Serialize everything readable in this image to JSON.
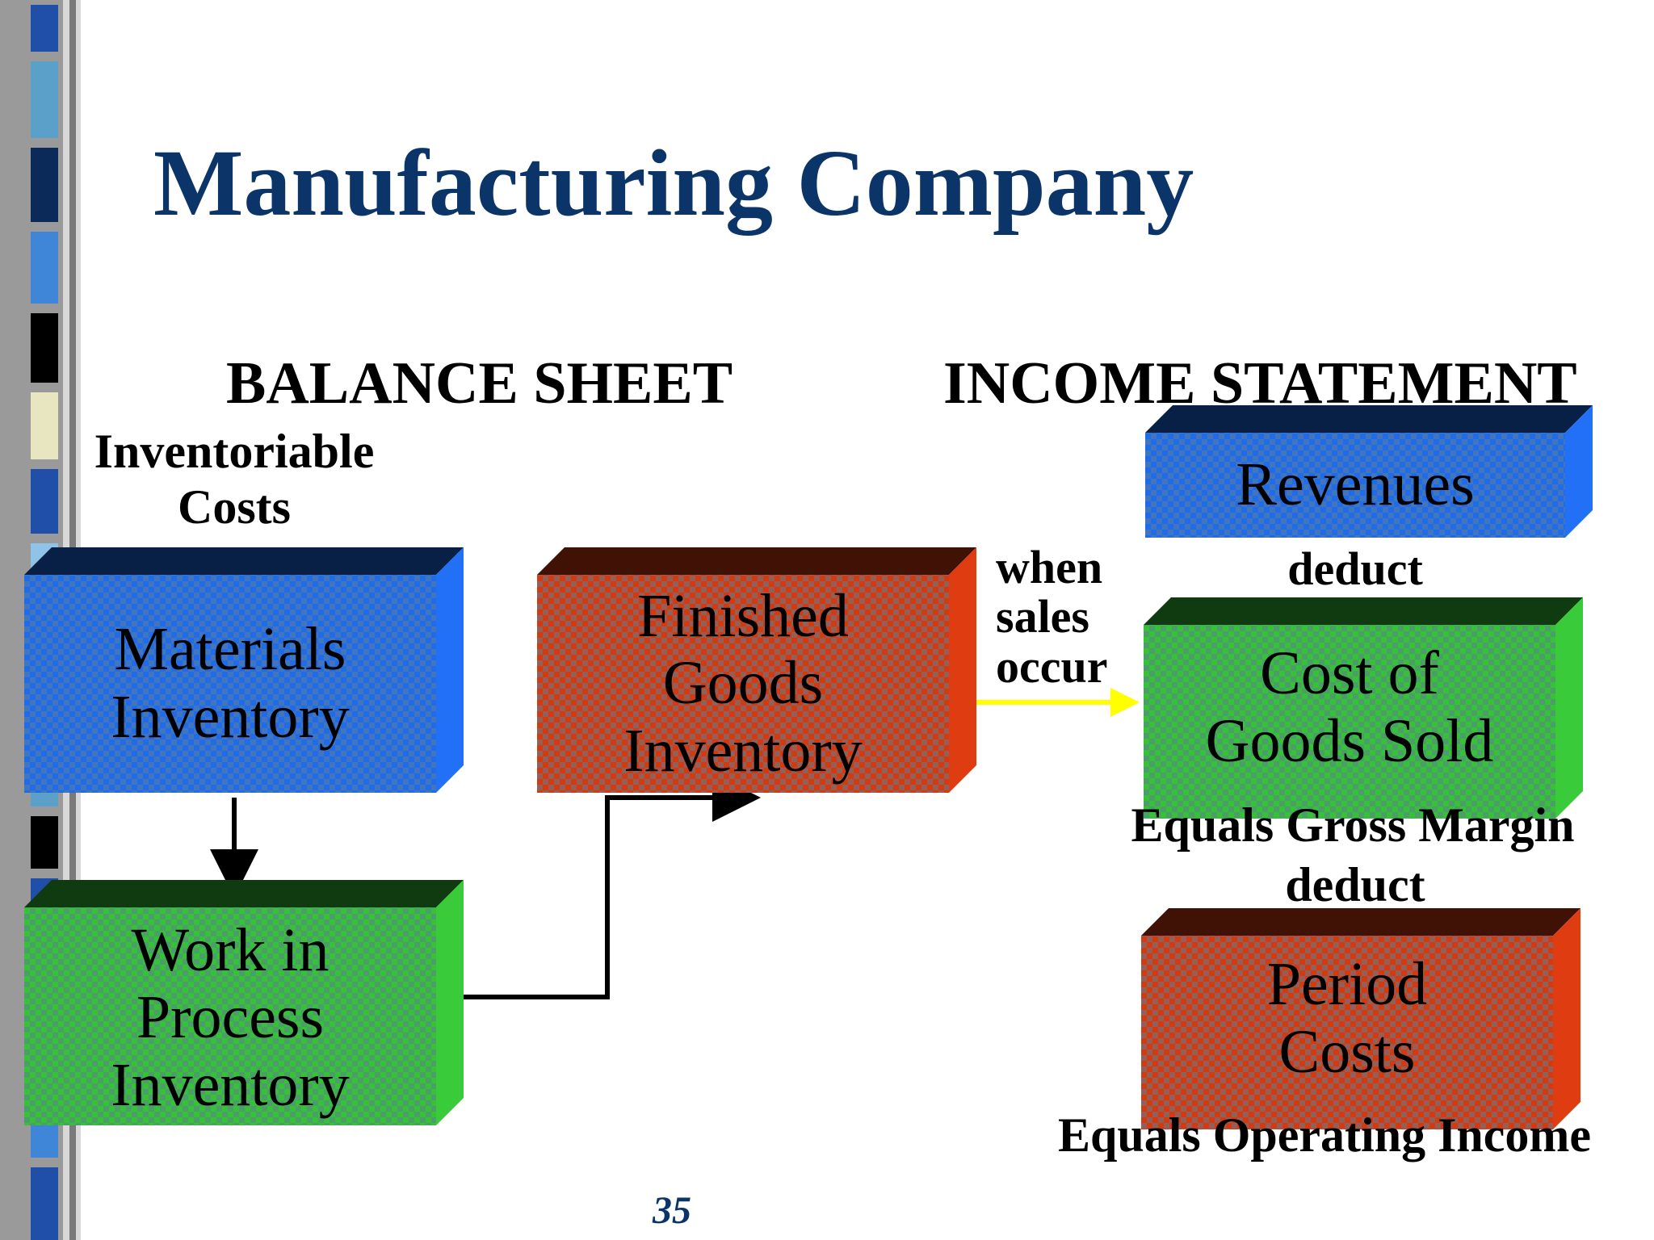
{
  "slide": {
    "title": "Manufacturing Company",
    "page_number": "35"
  },
  "headers": {
    "balance_sheet": "BALANCE SHEET",
    "income_statement": "INCOME STATEMENT"
  },
  "labels": {
    "inventoriable_line1": "Inventoriable",
    "inventoriable_line2": "Costs",
    "when_line1": "when",
    "when_line2": "sales",
    "when_line3": "occur",
    "deduct_1": "deduct",
    "equals_gross_margin": "Equals Gross Margin",
    "deduct_2": "deduct",
    "equals_operating_income": "Equals Operating Income"
  },
  "boxes": {
    "materials": {
      "line1": "Materials",
      "line2": "Inventory",
      "color": "#1f6bea"
    },
    "wip": {
      "line1": "Work in",
      "line2": "Process",
      "line3": "Inventory",
      "color": "#36c136"
    },
    "finished": {
      "line1": "Finished",
      "line2": "Goods",
      "line3": "Inventory",
      "color": "#d43a10"
    },
    "revenues": {
      "line1": "Revenues",
      "color": "#1f6bea"
    },
    "cogs": {
      "line1": "Cost of",
      "line2": "Goods Sold",
      "color": "#36c136"
    },
    "period": {
      "line1": "Period",
      "line2": "Costs",
      "color": "#d43a10"
    }
  },
  "colors": {
    "title": "#0b3469",
    "arrow_sales": "#ffff00",
    "arrow_flow": "#000000"
  }
}
